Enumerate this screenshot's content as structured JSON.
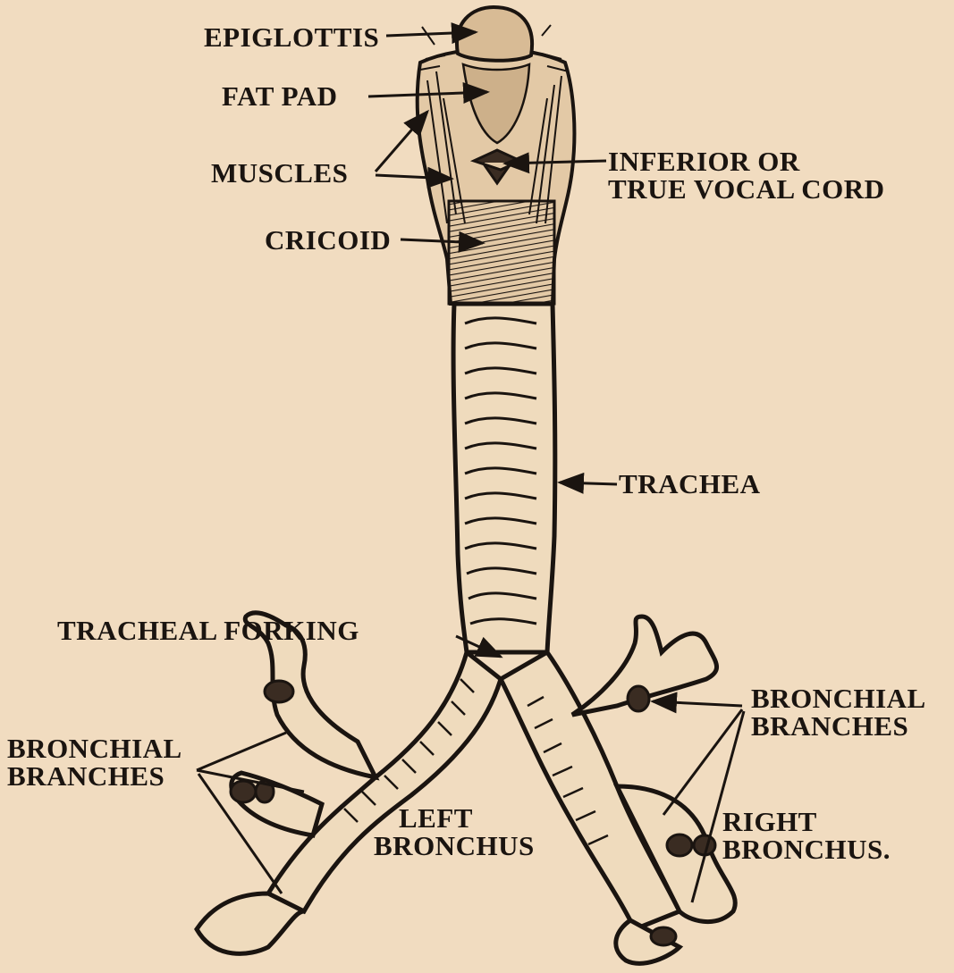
{
  "figure": {
    "colors": {
      "paper": "#f1dcc0",
      "ink": "#1a1410",
      "shade": "#3a2c22",
      "tissue": "#e8d2b2"
    },
    "labels": {
      "epiglottis": "EPIGLOTTIS",
      "fat_pad": "FAT PAD",
      "muscles": "MUSCLES",
      "vocal_cord_line1": "INFERIOR OR",
      "vocal_cord_line2": "TRUE VOCAL CORD",
      "cricoid": "CRICOID",
      "trachea": "TRACHEA",
      "tracheal_forking": "TRACHEAL FORKING",
      "bronchial_branches_right_line1": "BRONCHIAL",
      "bronchial_branches_right_line2": "BRANCHES",
      "bronchial_branches_left_line1": "BRONCHIAL",
      "bronchial_branches_left_line2": "BRANCHES",
      "left_bronchus_line1": "LEFT",
      "left_bronchus_line2": "BRONCHUS",
      "right_bronchus_line1": "RIGHT",
      "right_bronchus_line2": "BRONCHUS."
    }
  }
}
